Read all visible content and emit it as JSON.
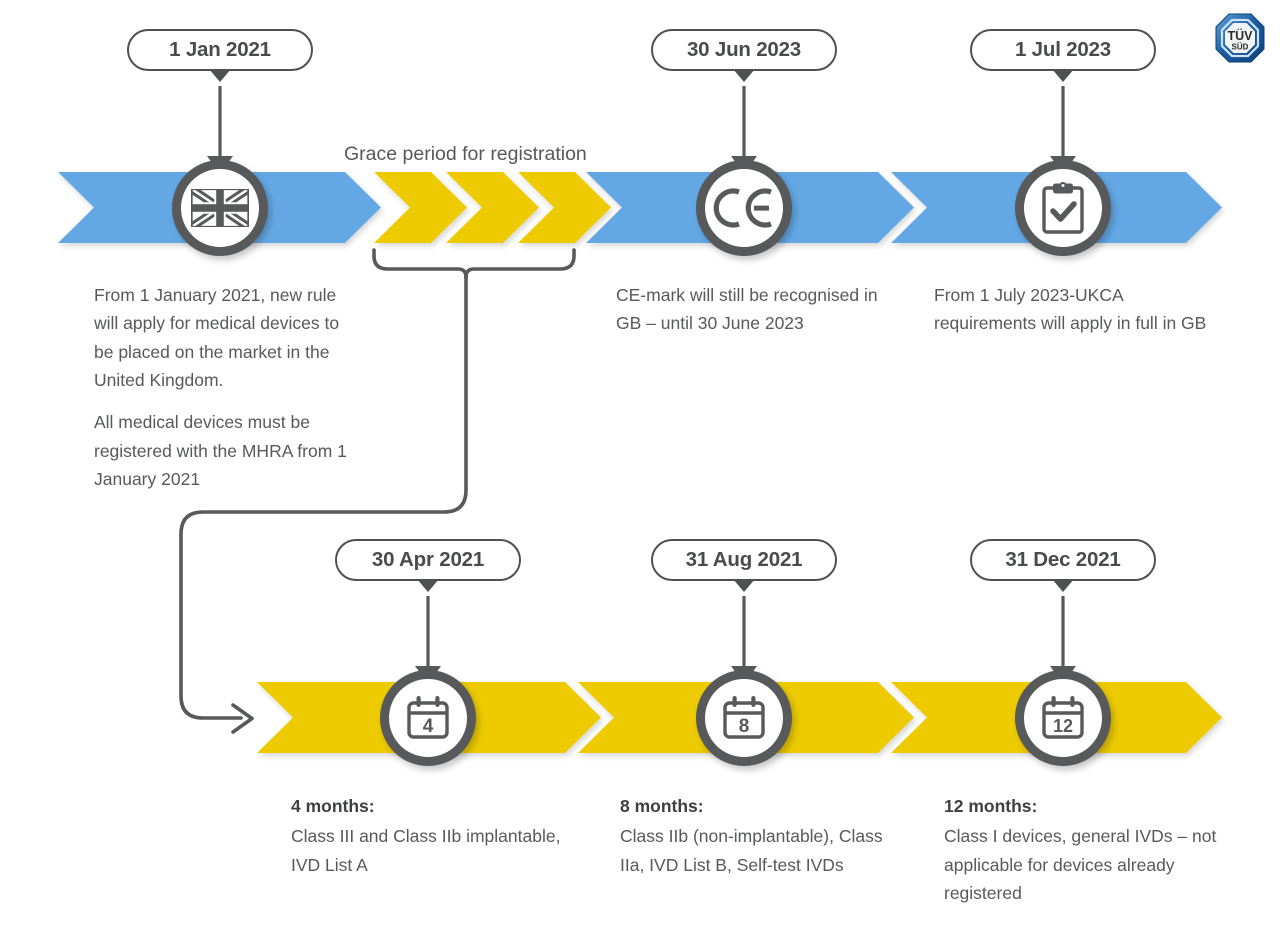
{
  "meta": {
    "title": "UKCA / UK MDR transition timeline",
    "colors": {
      "blue": "#64a8e5",
      "yellow": "#edcb00",
      "dark": "#58595b",
      "text": "#58595b",
      "white": "#ffffff",
      "logo_blue": "#1b5fa8"
    }
  },
  "logo": {
    "name": "tuv-sud-logo",
    "line1": "TÜV",
    "line2": "SÜD"
  },
  "grace": {
    "label": "Grace period for registration"
  },
  "top_timeline": {
    "band_color": "#64a8e5",
    "grace_color": "#edcb00",
    "milestones": [
      {
        "id": "uk-new-rules",
        "date": "1 Jan 2021",
        "icon": "union-jack-flag-icon",
        "body": [
          "From 1 January 2021, new rule will apply for medical devices to be placed on the market in the United Kingdom.",
          "All medical devices must be registered with the MHRA from 1 January 2021"
        ]
      },
      {
        "id": "ce-mark-recognised",
        "date": "30 Jun 2023",
        "icon": "ce-mark-icon",
        "body": [
          "CE-mark will still be recognised in GB – until 30 June 2023"
        ]
      },
      {
        "id": "ukca-full",
        "date": "1 Jul 2023",
        "icon": "clipboard-check-icon",
        "body": [
          "From 1 July 2023-UKCA requirements will apply in full in GB"
        ]
      }
    ]
  },
  "bottom_timeline": {
    "band_color": "#edcb00",
    "milestones": [
      {
        "id": "four-months",
        "date": "30 Apr 2021",
        "icon": "calendar-icon",
        "icon_number": "4",
        "lead": "4 months:",
        "body": "Class III and Class IIb implantable, IVD List A"
      },
      {
        "id": "eight-months",
        "date": "31 Aug 2021",
        "icon": "calendar-icon",
        "icon_number": "8",
        "lead": "8 months:",
        "body": "Class IIb (non-implantable), Class IIa, IVD List B, Self-test IVDs"
      },
      {
        "id": "twelve-months",
        "date": "31 Dec 2021",
        "icon": "calendar-icon",
        "icon_number": "12",
        "lead": "12 months:",
        "body": "Class I devices, general IVDs – not applicable for devices already registered"
      }
    ]
  }
}
